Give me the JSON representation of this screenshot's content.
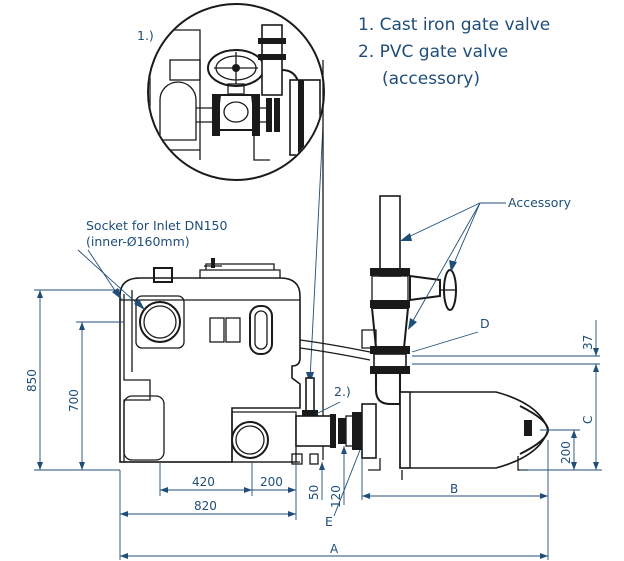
{
  "legend": {
    "item1": "1. Cast iron gate valve",
    "item2": "2. PVC gate valve",
    "item2b": "(accessory)"
  },
  "callouts": {
    "detail1": "1.)",
    "detail2": "2.)",
    "accessory": "Accessory",
    "socket_line1": "Socket for Inlet DN150",
    "socket_line2": "(inner-Ø160mm)",
    "D": "D",
    "E": "E"
  },
  "dimensions": {
    "h850": "850",
    "h700": "700",
    "w420": "420",
    "w200": "200",
    "w820": "820",
    "h50": "50",
    "h120": "120",
    "B": "B",
    "A": "A",
    "C": "C",
    "h37": "37",
    "h200": "200"
  },
  "colors": {
    "line": "#1a1a1a",
    "annotation": "#1f4e79",
    "background": "#ffffff"
  }
}
